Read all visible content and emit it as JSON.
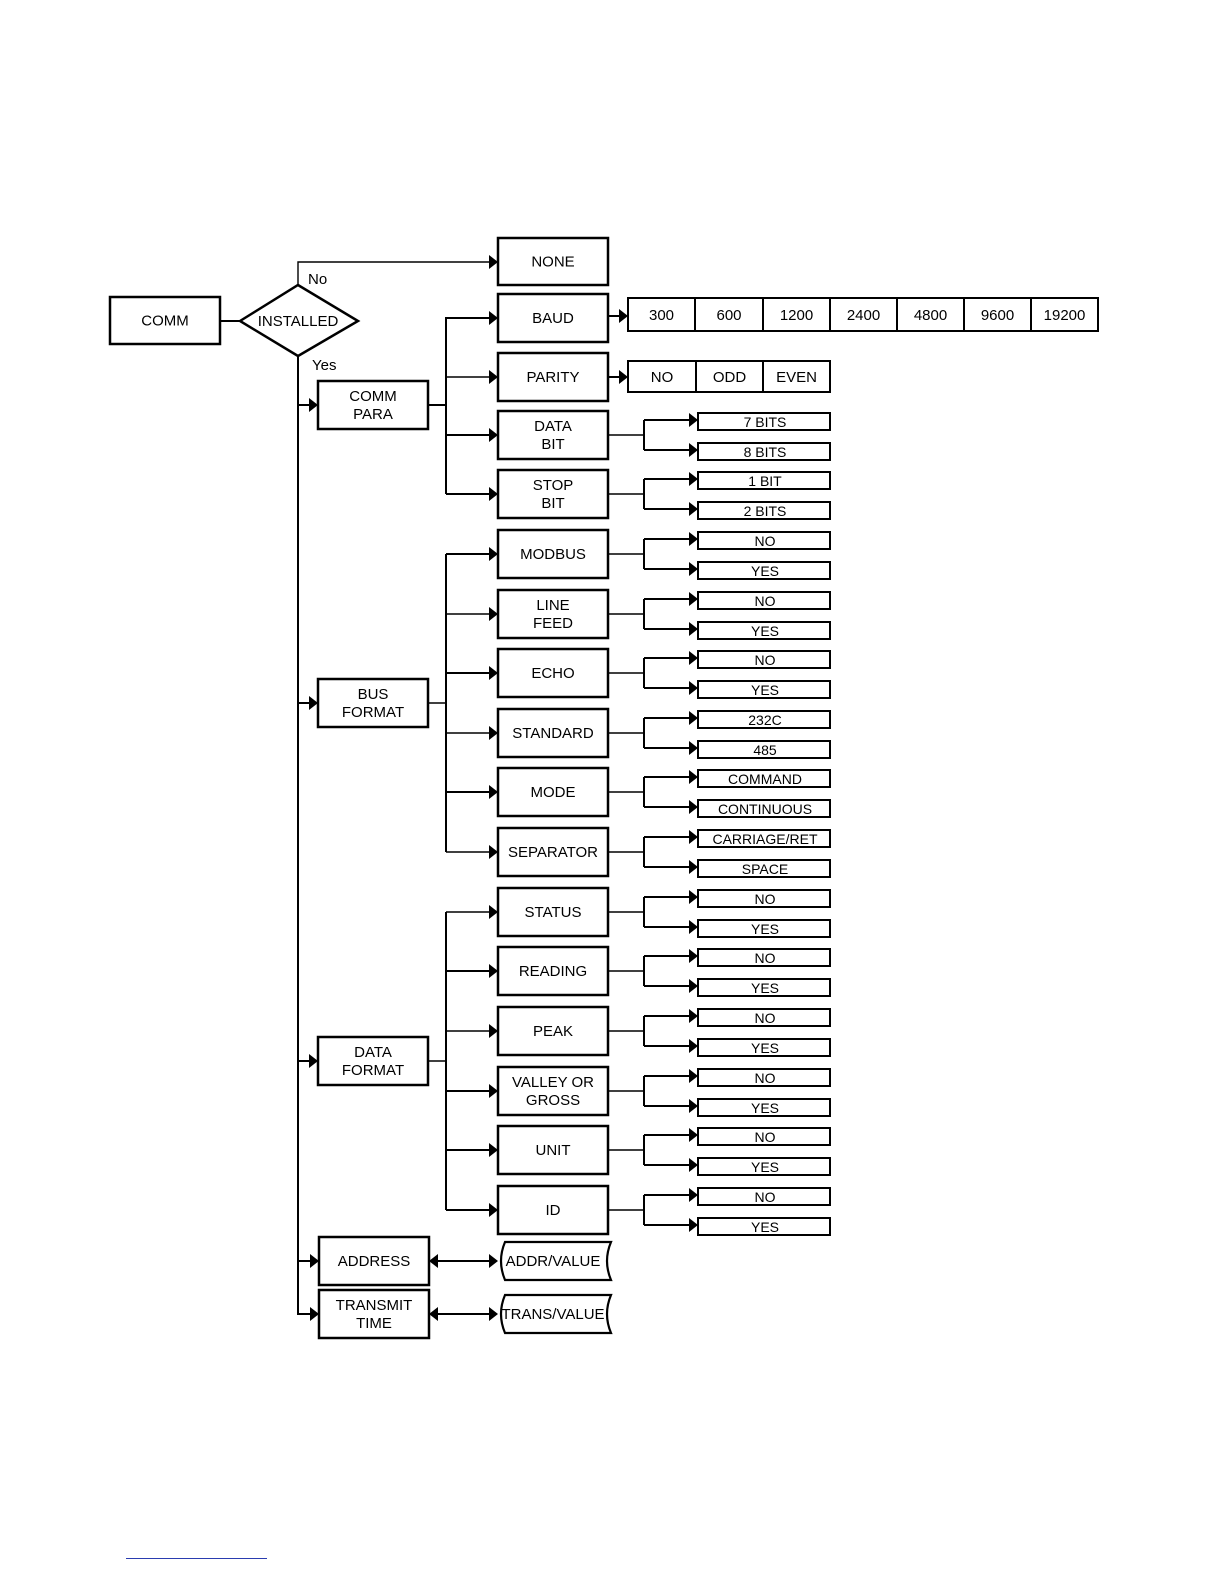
{
  "root": "COMM",
  "installed": "INSTALLED",
  "branch_no": "No",
  "branch_yes": "Yes",
  "none": "NONE",
  "comm_para": {
    "label": [
      "COMM",
      "PARA"
    ],
    "baud": {
      "label": [
        "BAUD"
      ],
      "options": [
        "300",
        "600",
        "1200",
        "2400",
        "4800",
        "9600",
        "19200"
      ]
    },
    "parity": {
      "label": [
        "PARITY"
      ],
      "options": [
        "NO",
        "ODD",
        "EVEN"
      ]
    },
    "data_bit": {
      "label": [
        "DATA",
        "BIT"
      ],
      "options": [
        "7 BITS",
        "8 BITS"
      ]
    },
    "stop_bit": {
      "label": [
        "STOP",
        "BIT"
      ],
      "options": [
        "1 BIT",
        "2 BITS"
      ]
    }
  },
  "bus_format": {
    "label": [
      "BUS",
      "FORMAT"
    ],
    "items": [
      {
        "label": [
          "MODBUS"
        ],
        "options": [
          "NO",
          "YES"
        ]
      },
      {
        "label": [
          "LINE",
          "FEED"
        ],
        "options": [
          "NO",
          "YES"
        ]
      },
      {
        "label": [
          "ECHO"
        ],
        "options": [
          "NO",
          "YES"
        ]
      },
      {
        "label": [
          "STANDARD"
        ],
        "options": [
          "232C",
          "485"
        ]
      },
      {
        "label": [
          "MODE"
        ],
        "options": [
          "COMMAND",
          "CONTINUOUS"
        ]
      },
      {
        "label": [
          "SEPARATOR"
        ],
        "options": [
          "CARRIAGE/RET",
          "SPACE"
        ]
      }
    ]
  },
  "data_format": {
    "label": [
      "DATA",
      "FORMAT"
    ],
    "items": [
      {
        "label": [
          "STATUS"
        ],
        "options": [
          "NO",
          "YES"
        ]
      },
      {
        "label": [
          "READING"
        ],
        "options": [
          "NO",
          "YES"
        ]
      },
      {
        "label": [
          "PEAK"
        ],
        "options": [
          "NO",
          "YES"
        ]
      },
      {
        "label": [
          "VALLEY OR",
          "GROSS"
        ],
        "options": [
          "NO",
          "YES"
        ]
      },
      {
        "label": [
          "UNIT"
        ],
        "options": [
          "NO",
          "YES"
        ]
      },
      {
        "label": [
          "ID"
        ],
        "options": [
          "NO",
          "YES"
        ]
      }
    ]
  },
  "address": {
    "label": [
      "ADDRESS"
    ],
    "value": "ADDR/VALUE"
  },
  "transmit_time": {
    "label": [
      "TRANSMIT",
      "TIME"
    ],
    "value": "TRANS/VALUE"
  }
}
